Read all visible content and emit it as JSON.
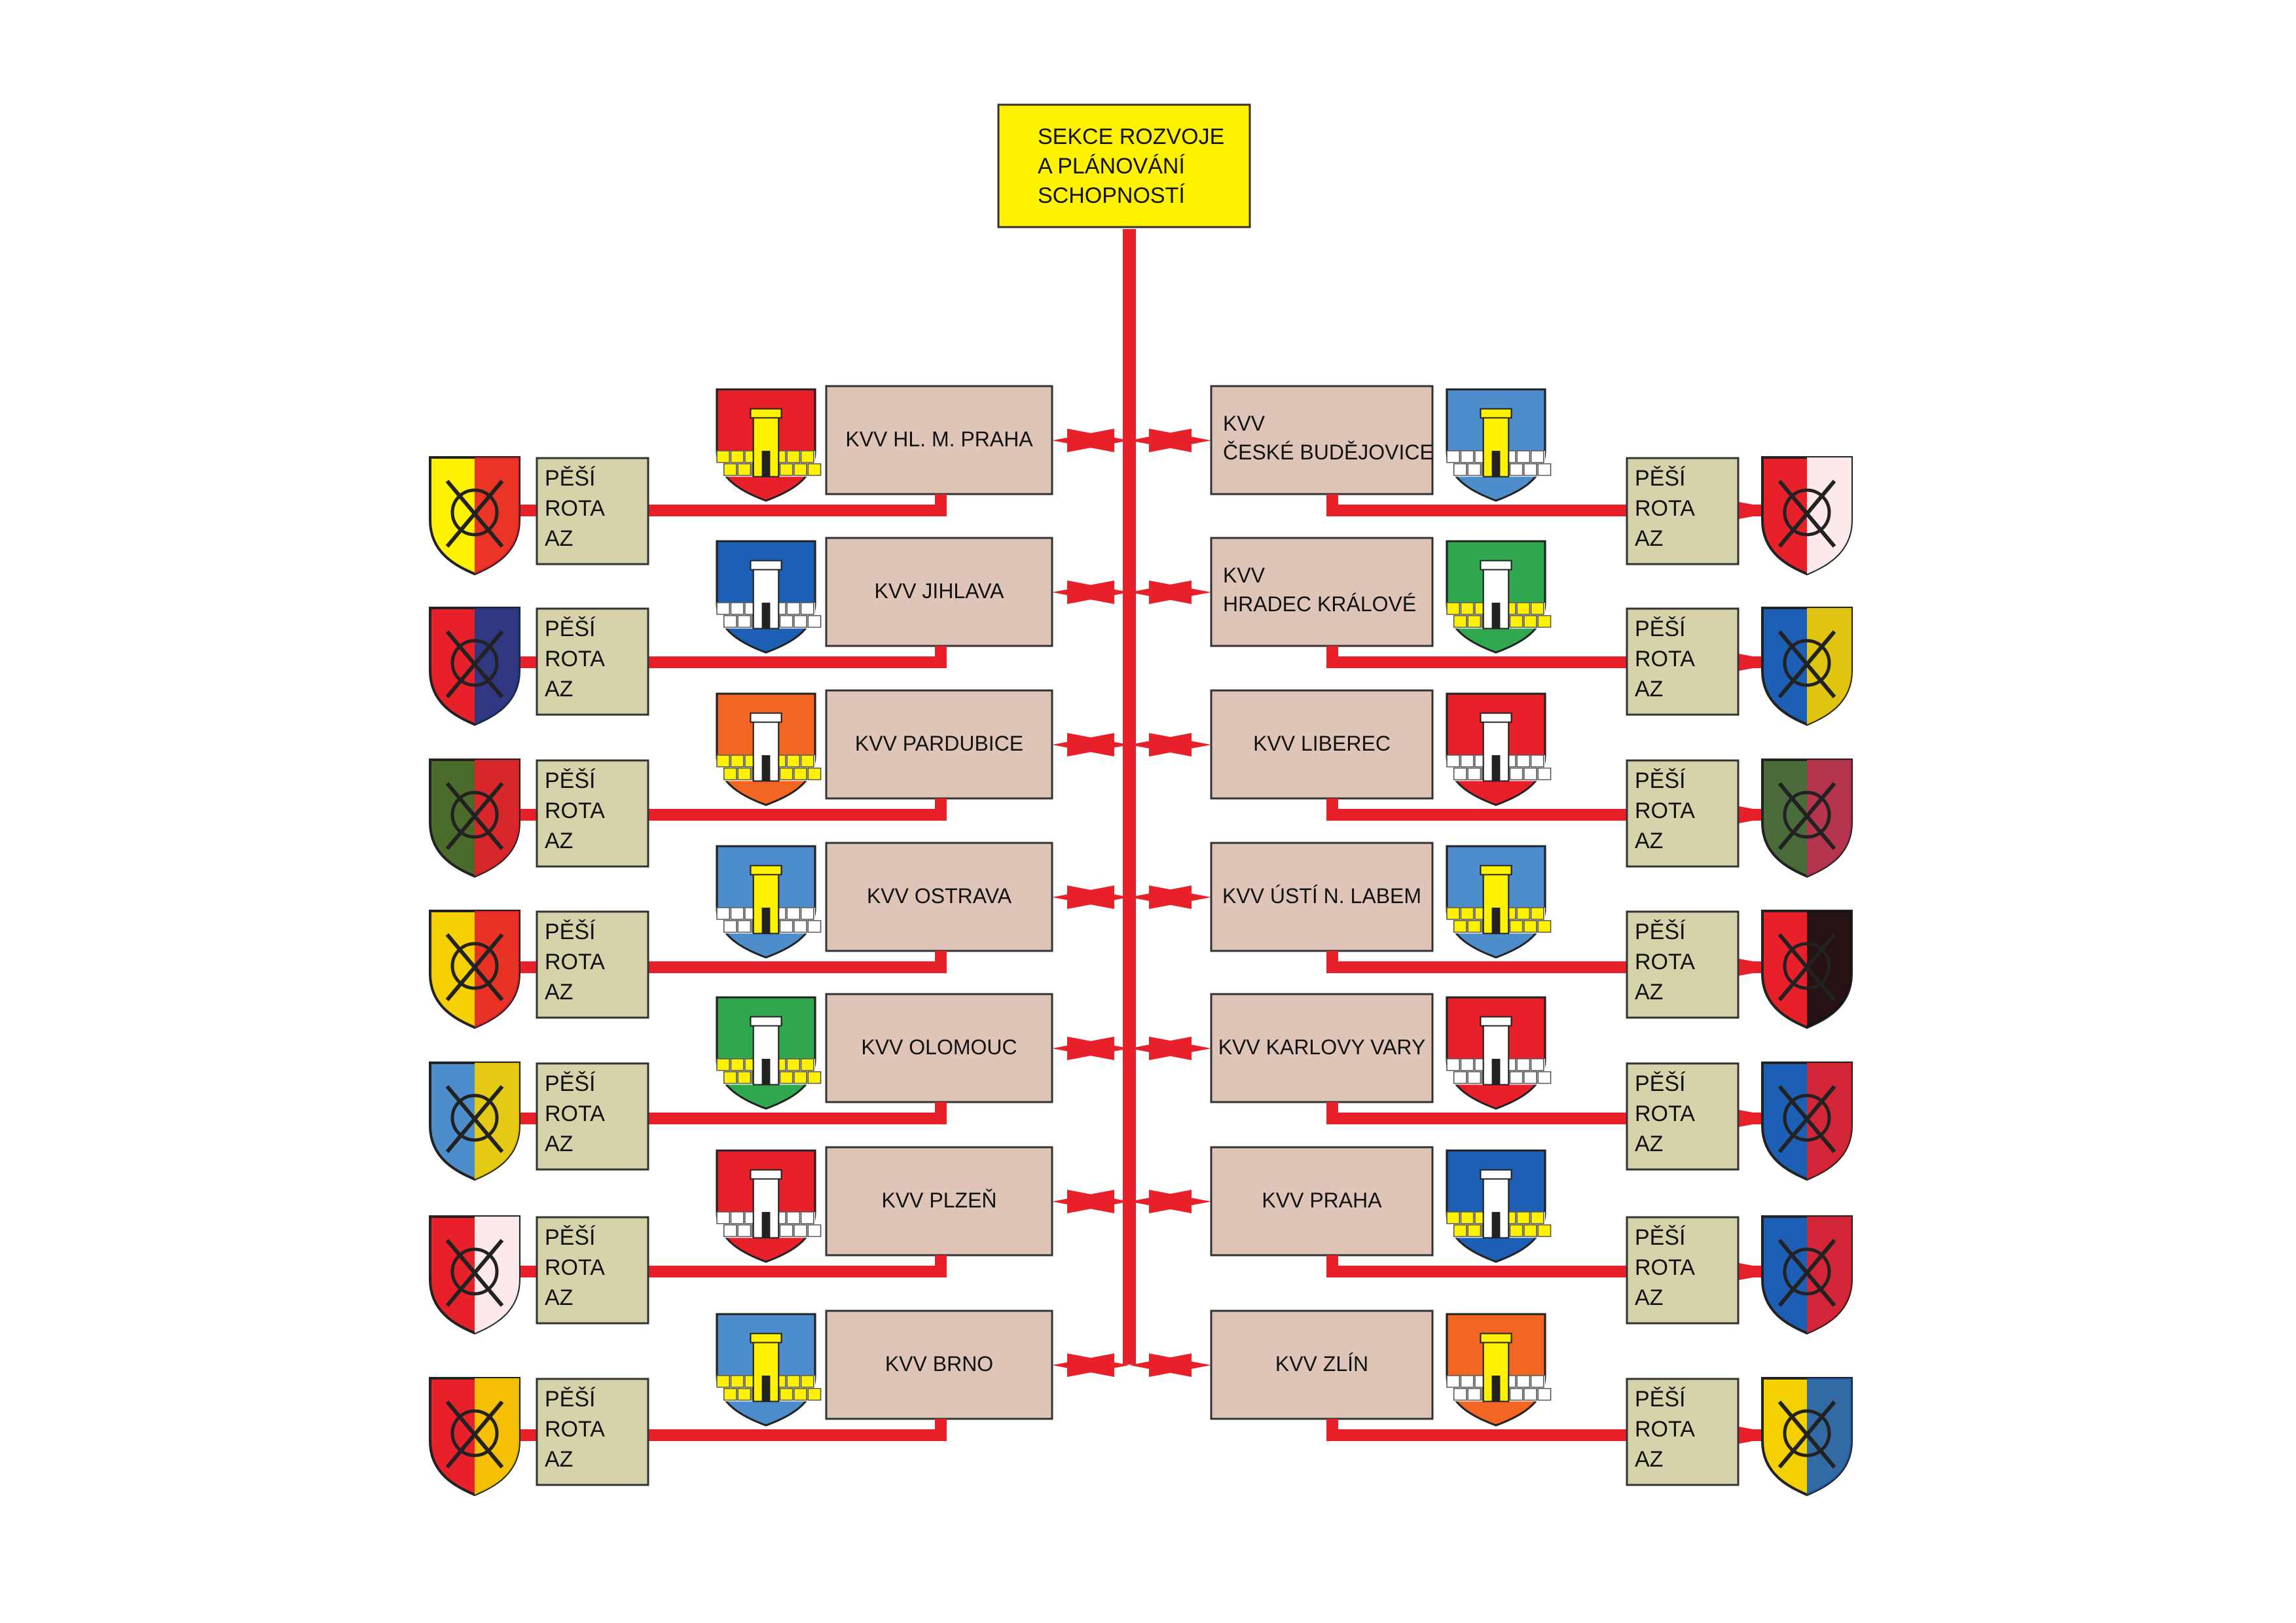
{
  "root": {
    "lines": [
      "SEKCE ROZVOJE",
      "A PLÁNOVÁNÍ",
      "SCHOPNOSTÍ"
    ]
  },
  "unit_label": [
    "PĚŠÍ",
    "ROTA",
    "AZ"
  ],
  "colors": {
    "connector": "#e8202a",
    "root_fill": "#fff200",
    "kvv_fill": "#dfc5b8",
    "unit_fill": "#d6d3aa",
    "box_border": "#333333"
  },
  "left": [
    {
      "lines": [
        "KVV HL. M. PRAHA"
      ],
      "emblem": "prague-arms-icon",
      "unit_badge": "swords-grenade-badge-icon"
    },
    {
      "lines": [
        "KVV JIHLAVA"
      ],
      "emblem": "vysocina-arms-icon",
      "unit_badge": "sun-face-badge-icon"
    },
    {
      "lines": [
        "KVV PARDUBICE"
      ],
      "emblem": "pardubice-arms-icon",
      "unit_badge": "portcullis-badge-icon"
    },
    {
      "lines": [
        "KVV OSTRAVA"
      ],
      "emblem": "moravia-silesia-arms-icon",
      "unit_badge": "grenade-swords-badge-icon"
    },
    {
      "lines": [
        "KVV OLOMOUC"
      ],
      "emblem": "olomouc-arms-icon",
      "unit_badge": "checker-pentagon-badge-icon"
    },
    {
      "lines": [
        "KVV PLZEŇ"
      ],
      "emblem": "plzen-arms-icon",
      "unit_badge": "s35-badge-icon"
    },
    {
      "lines": [
        "KVV BRNO"
      ],
      "emblem": "south-moravia-arms-icon",
      "unit_badge": "dragon-badge-icon"
    }
  ],
  "right": [
    {
      "lines": [
        "KVV",
        "ČESKÉ BUDĚJOVICE"
      ],
      "emblem": "south-bohemia-arms-icon",
      "unit_badge": "knight-badge-icon"
    },
    {
      "lines": [
        "KVV",
        "HRADEC KRÁLOVÉ"
      ],
      "emblem": "hradec-arms-icon",
      "unit_badge": "sword-arrows-badge-icon"
    },
    {
      "lines": [
        "KVV LIBEREC"
      ],
      "emblem": "liberec-arms-icon",
      "unit_badge": "sword-shield-badge-icon"
    },
    {
      "lines": [
        "KVV ÚSTÍ N. LABEM"
      ],
      "emblem": "usti-arms-icon",
      "unit_badge": "helmet-waves-badge-icon"
    },
    {
      "lines": [
        "KVV KARLOVY VARY"
      ],
      "emblem": "karlovy-vary-arms-icon",
      "unit_badge": "waves-crown-badge-icon"
    },
    {
      "lines": [
        "KVV  PRAHA"
      ],
      "emblem": "central-bohemia-arms-icon",
      "unit_badge": "helmet-badge-icon"
    },
    {
      "lines": [
        "KVV ZLÍN"
      ],
      "emblem": "zlin-arms-icon",
      "unit_badge": "halberds-badge-icon"
    }
  ]
}
